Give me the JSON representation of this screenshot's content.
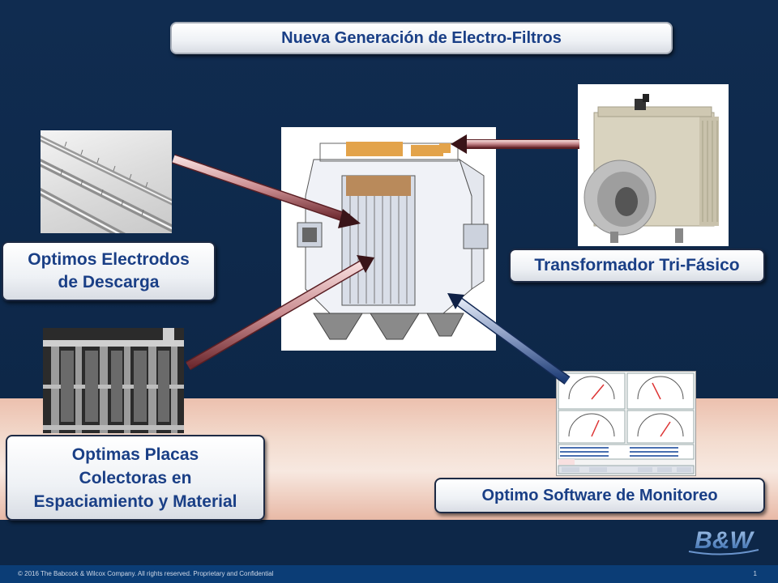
{
  "slide": {
    "title": "Nueva Generación de Electro-Filtros",
    "labels": {
      "electrodos": "Optimos Electrodos\nde Descarga",
      "transformador": "Transformador Tri-Fásico",
      "placas": "Optimas Placas\nColectoras en\nEspaciamiento y Material",
      "software": "Optimo Software de Monitoreo"
    },
    "footer": {
      "copyright": "© 2016 The Babcock & Wilcox Company.  All rights reserved.  Proprietary and Confidential",
      "page": "1"
    },
    "logo": "B&W"
  },
  "colors": {
    "navy": "#0f2a4d",
    "label_text": "#1a3f86",
    "arrow_red": "#7a2f34",
    "arrow_blue": "#1e3f7a",
    "salmon": "#ecc0ae"
  }
}
